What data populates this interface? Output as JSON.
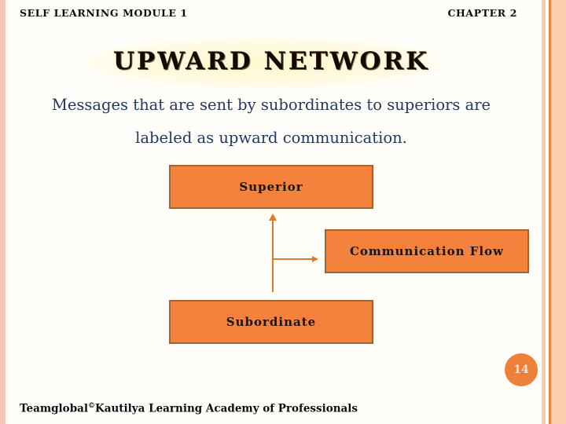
{
  "header": {
    "left": "SELF LEARNING MODULE 1",
    "right": "CHAPTER 2"
  },
  "title": "UPWARD NETWORK",
  "body": {
    "line1": "Messages that are sent by subordinates to superiors are",
    "line2": "labeled as upward communication."
  },
  "diagram": {
    "superior_label": "Superior",
    "flow_label": "Communication Flow",
    "subordinate_label": "Subordinate",
    "arrow_direction": "upward",
    "box_fill": "#f4823d",
    "box_border": "#a2642c",
    "connector_color": "#e07a28"
  },
  "page_number": "14",
  "footer": {
    "prefix": "Teamglobal",
    "symbol": "©",
    "suffix": "Kautilya Learning Academy of Professionals"
  },
  "colors": {
    "background": "#fffefb",
    "left_stripe": "#f5c9b3",
    "right_thin_stripe": "#f6cbb4",
    "right_line": "#e9833c",
    "right_band": "#fbcdaf",
    "body_text": "#203864",
    "title_text": "#140a02",
    "title_glow": "#fff3c4",
    "page_badge": "#ee8039"
  }
}
